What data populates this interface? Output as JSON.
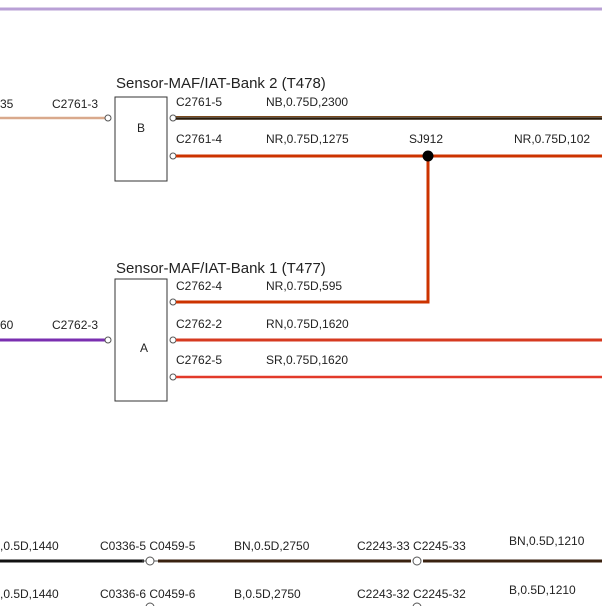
{
  "colors": {
    "border_top": "#b9a0d6",
    "wire_pink": "#d9a98c",
    "wire_orange_red": "#cc3300",
    "wire_black_brown": "#2a1a0a",
    "wire_purple": "#7a2fb0",
    "wire_red": "#e23a2a",
    "wire_black": "#111111",
    "wire_dark_brown": "#3a2210"
  },
  "sensor_b": {
    "title": "Sensor-MAF/IAT-Bank 2 (T478)",
    "letter": "B",
    "left_wire_partial": "35",
    "left_connector": "C2761-3",
    "pin_top": "C2761-5",
    "wire_top": "NB,0.75D,2300",
    "pin_bottom": "C2761-4",
    "wire_bottom": "NR,0.75D,1275",
    "splice": "SJ912",
    "wire_right": "NR,0.75D,102"
  },
  "sensor_a": {
    "title": "Sensor-MAF/IAT-Bank 1 (T477)",
    "letter": "A",
    "left_wire_partial": "60",
    "left_connector": "C2762-3",
    "pin_1": "C2762-4",
    "wire_1": "NR,0.75D,595",
    "pin_2": "C2762-2",
    "wire_2": "RN,0.75D,1620",
    "pin_3": "C2762-5",
    "wire_3": "SR,0.75D,1620"
  },
  "bottom_row1": {
    "left_wire": ",0.5D,1440",
    "connector_pair_1": "C0336-5 C0459-5",
    "mid_wire": "BN,0.5D,2750",
    "connector_pair_2": "C2243-33 C2245-33",
    "right_wire": "BN,0.5D,1210"
  },
  "bottom_row2": {
    "left_wire": ",0.5D,1440",
    "connector_pair_1": "C0336-6 C0459-6",
    "mid_wire": "B,0.5D,2750",
    "connector_pair_2": "C2243-32 C2245-32",
    "right_wire": "B,0.5D,1210"
  }
}
